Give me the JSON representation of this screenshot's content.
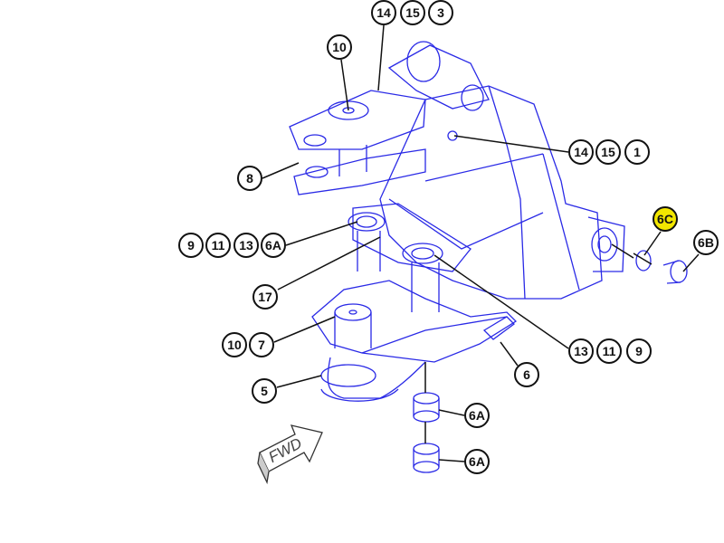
{
  "diagram": {
    "direction_label": "FWD",
    "colors": {
      "line": "#2a2ae6",
      "leader": "#111111",
      "highlight": "#f2e600"
    },
    "callouts": [
      {
        "id": "c14a",
        "label": "14"
      },
      {
        "id": "c15a",
        "label": "15"
      },
      {
        "id": "c3",
        "label": "3"
      },
      {
        "id": "c10a",
        "label": "10"
      },
      {
        "id": "c14b",
        "label": "14"
      },
      {
        "id": "c15b",
        "label": "15"
      },
      {
        "id": "c1",
        "label": "1"
      },
      {
        "id": "c8",
        "label": "8"
      },
      {
        "id": "c9a",
        "label": "9"
      },
      {
        "id": "c11a",
        "label": "11"
      },
      {
        "id": "c13a",
        "label": "13"
      },
      {
        "id": "c6Aa",
        "label": "6A"
      },
      {
        "id": "c6C",
        "label": "6C",
        "highlighted": true
      },
      {
        "id": "c6B",
        "label": "6B"
      },
      {
        "id": "c17",
        "label": "17"
      },
      {
        "id": "c10b",
        "label": "10"
      },
      {
        "id": "c7",
        "label": "7"
      },
      {
        "id": "c13b",
        "label": "13"
      },
      {
        "id": "c11b",
        "label": "11"
      },
      {
        "id": "c9b",
        "label": "9"
      },
      {
        "id": "c5",
        "label": "5"
      },
      {
        "id": "c6",
        "label": "6"
      },
      {
        "id": "c6Ab",
        "label": "6A"
      },
      {
        "id": "c6Ac",
        "label": "6A"
      }
    ]
  }
}
